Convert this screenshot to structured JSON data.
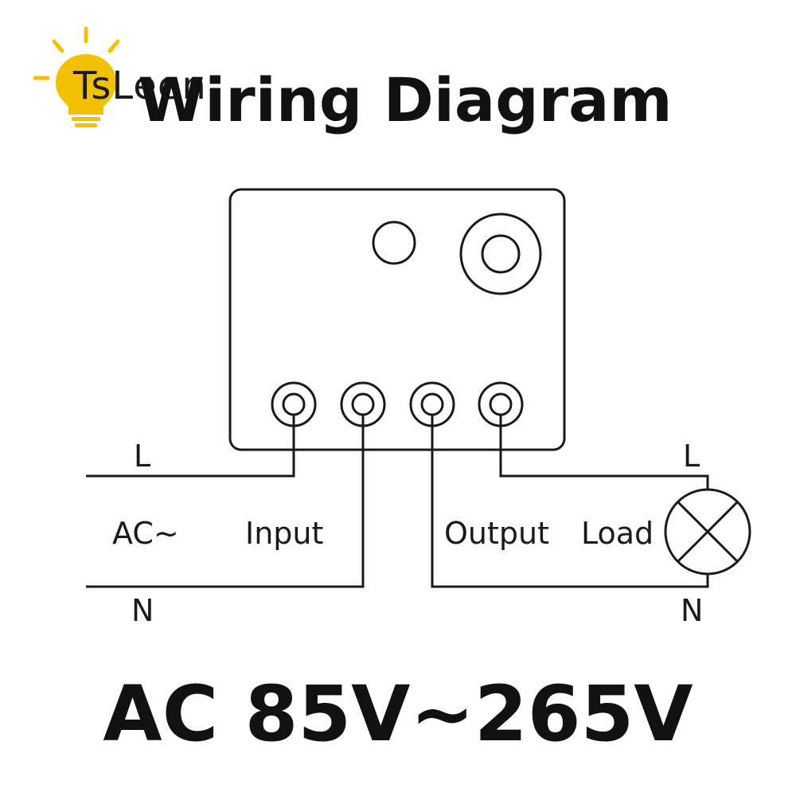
{
  "brand": {
    "name": "TsLeen",
    "icon": "light-bulb-icon",
    "bulb_color": "#f2c200"
  },
  "title": "Wiring Diagram",
  "labels": {
    "input_line": "L",
    "input_neutral": "N",
    "source": "AC~",
    "input": "Input",
    "output": "Output",
    "load": "Load",
    "load_line": "L",
    "load_neutral": "N"
  },
  "voltage": "AC 85V~265V"
}
